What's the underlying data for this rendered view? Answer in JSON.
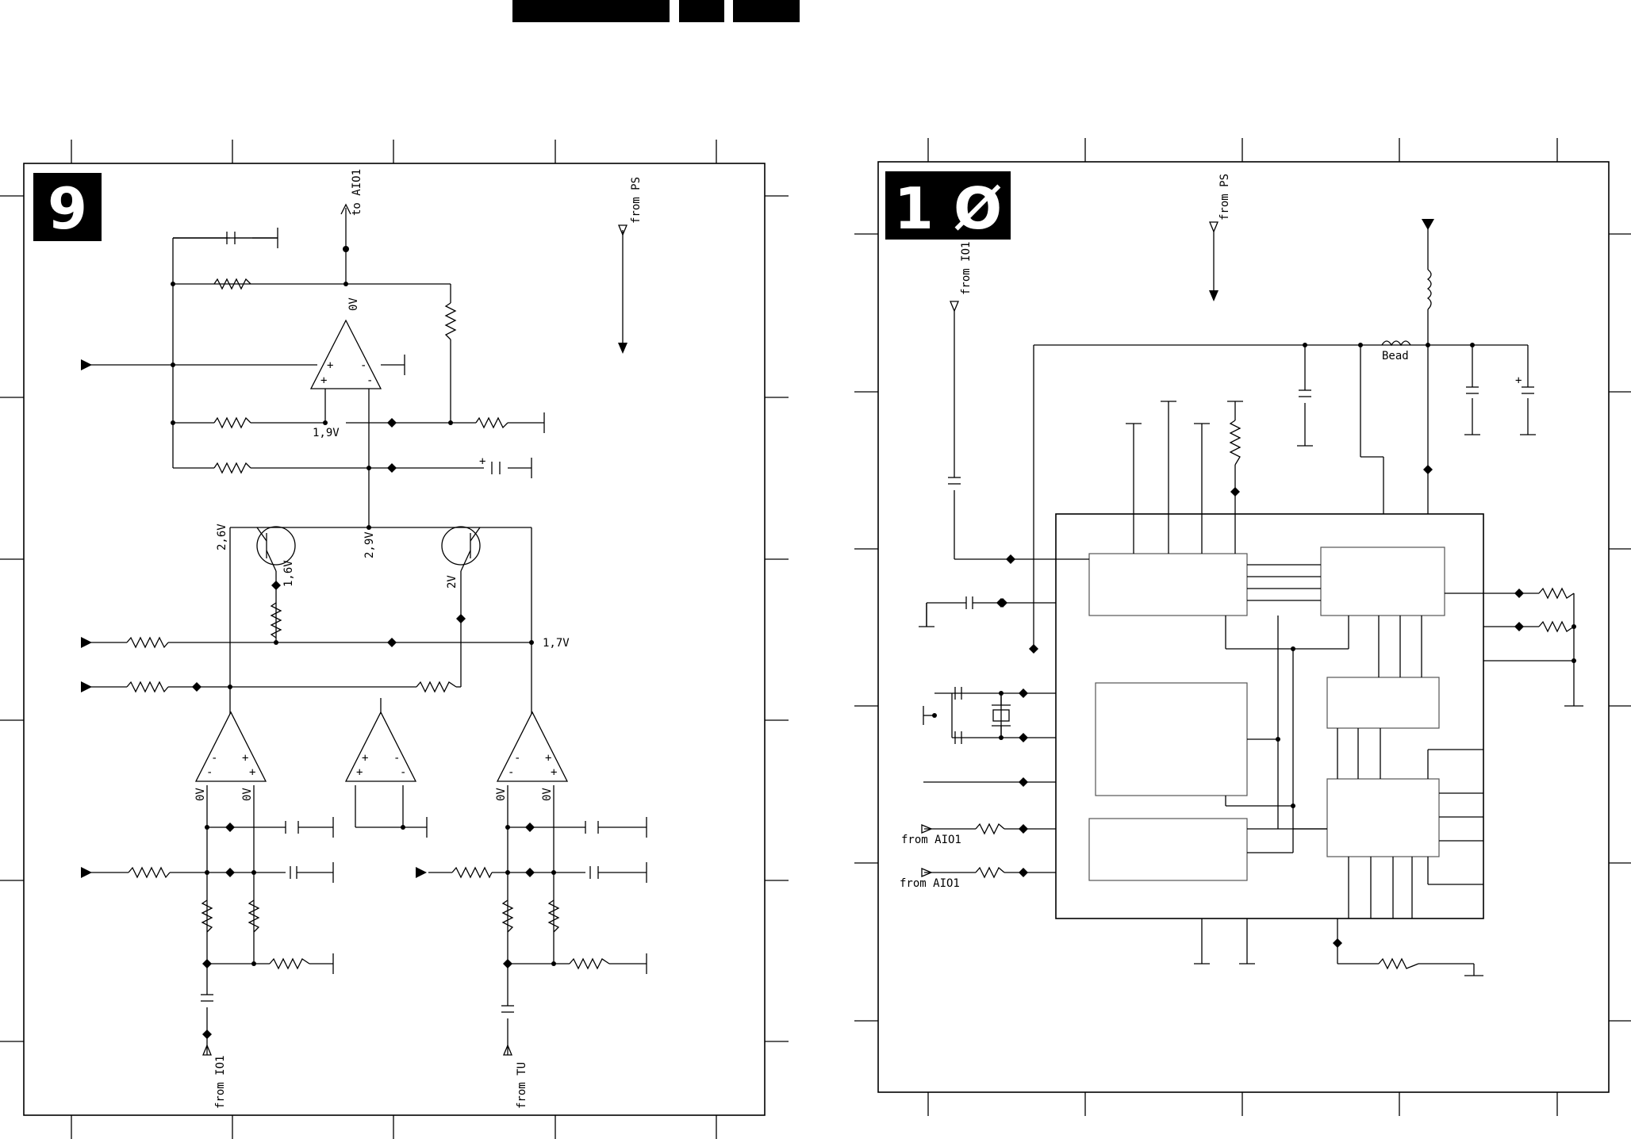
{
  "header": {
    "tabs": [
      "",
      "",
      ""
    ]
  },
  "panel9": {
    "badge": "9",
    "labels": {
      "to_aio1": "to AIO1",
      "from_ps": "from PS",
      "v_0v_top": "0V",
      "v_1_9v": "1,9V",
      "v_2_6v": "2,6V",
      "v_2_9v": "2,9V",
      "v_1_6v": "1,6V",
      "v_2v": "2V",
      "v_1_7v": "1,7V",
      "v_0v_a": "0V",
      "v_0v_b": "0V",
      "v_0v_c": "0V",
      "v_0v_d": "0V",
      "from_io1": "from IO1",
      "from_tu": "from TU"
    }
  },
  "panel10": {
    "badge": "1 Ø",
    "labels": {
      "from_ps": "from PS",
      "from_io1": "from IO1",
      "bead": "Bead",
      "from_aio1_a": "from AIO1",
      "from_aio1_b": "from AIO1"
    }
  },
  "colors": {
    "ink": "#000000",
    "block_outline": "#555555",
    "paper": "#ffffff"
  }
}
